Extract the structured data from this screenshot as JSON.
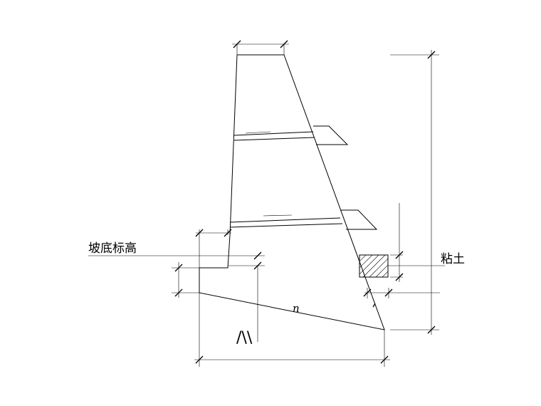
{
  "labels": {
    "slope_bottom_elevation": "坡底标高",
    "clay": "粘土",
    "slope_ratio": "n",
    "embed_mark": "/\\\\"
  }
}
